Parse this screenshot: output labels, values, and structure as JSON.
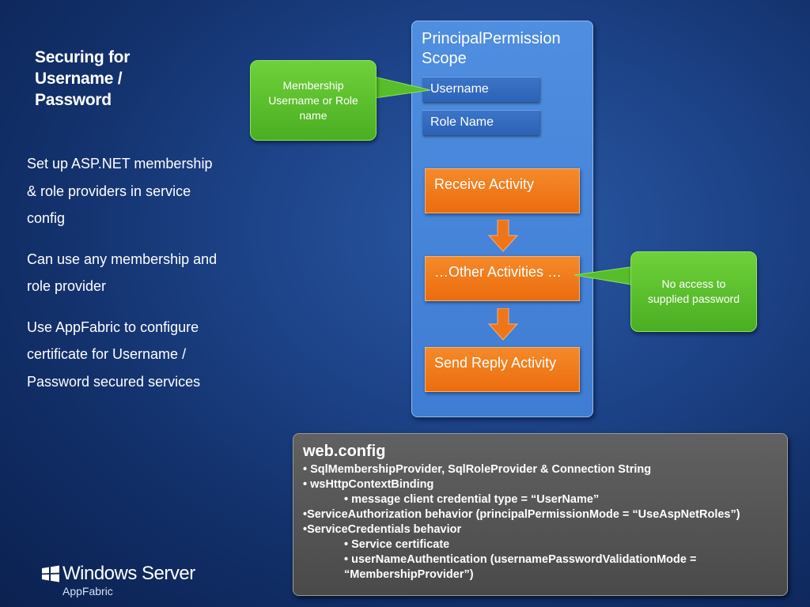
{
  "slide": {
    "title": "Securing for Username / Password",
    "bullets": [
      "Set up ASP.NET membership & role providers in service config",
      "Can use any membership and role provider",
      "Use AppFabric to configure certificate for Username / Password secured services"
    ]
  },
  "diagram": {
    "scope_title": "PrincipalPermission Scope",
    "fields": [
      "Username",
      "Role Name"
    ],
    "activities": [
      "Receive Activity",
      "…Other Activities …",
      "Send Reply Activity"
    ],
    "callouts": {
      "membership": "Membership Username or Role name",
      "no_access": "No access to supplied password"
    }
  },
  "config": {
    "title": "web.config",
    "lines": [
      "• SqlMembershipProvider, SqlRoleProvider & Connection String",
      "• wsHttpContextBinding",
      "•  message client credential type = “UserName”",
      "•ServiceAuthorization behavior (principalPermissionMode = “UseAspNetRoles”)",
      "•ServiceCredentials behavior",
      "• Service certificate",
      "• userNameAuthentication (usernamePasswordValidationMode = “MembershipProvider”)"
    ]
  },
  "branding": {
    "product": "Windows Server",
    "sub": "AppFabric"
  },
  "colors": {
    "background": "#1d4388",
    "scope": "#4685d8",
    "activity": "#ef7519",
    "callout": "#58bd2b",
    "config": "#555555"
  }
}
